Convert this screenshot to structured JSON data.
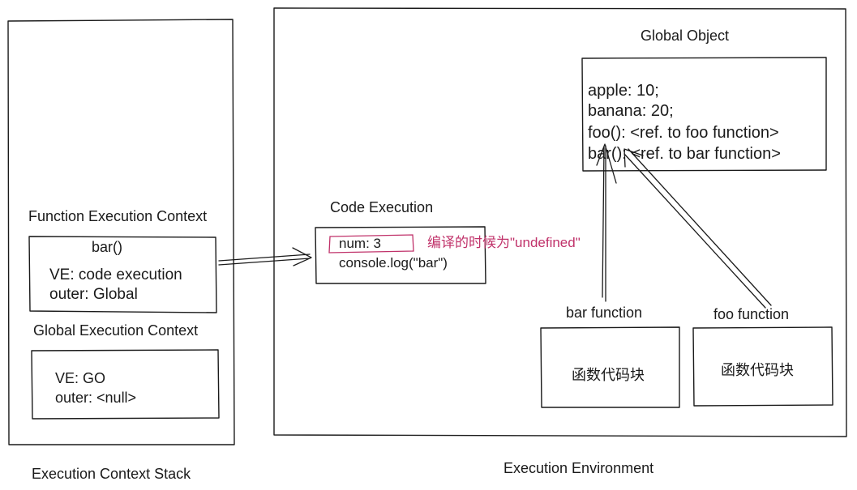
{
  "stack": {
    "caption": "Execution Context Stack",
    "function_context": {
      "title": "Function Execution Context",
      "name": "bar()",
      "ve": "VE: code execution",
      "outer": "outer: Global"
    },
    "global_context": {
      "title": "Global Execution Context",
      "ve": "VE: GO",
      "outer": "outer: <null>"
    }
  },
  "environment": {
    "caption": "Execution Environment",
    "code_execution": {
      "title": "Code Execution",
      "line1": "num:  3",
      "line2": "console.log(\"bar\")",
      "note": "编译的时候为\"undefined\""
    },
    "global_object": {
      "title": "Global Object",
      "entries": [
        "apple: 10;",
        "banana: 20;",
        "foo():  <ref. to foo function>",
        "bar():  <ref. to bar function>"
      ]
    },
    "bar_function": {
      "title": "bar function",
      "body": "函数代码块"
    },
    "foo_function": {
      "title": "foo function",
      "body": "函数代码块"
    }
  },
  "colors": {
    "ink": "#1a1a1a",
    "annotation": "#c0326a",
    "background": "#ffffff"
  }
}
